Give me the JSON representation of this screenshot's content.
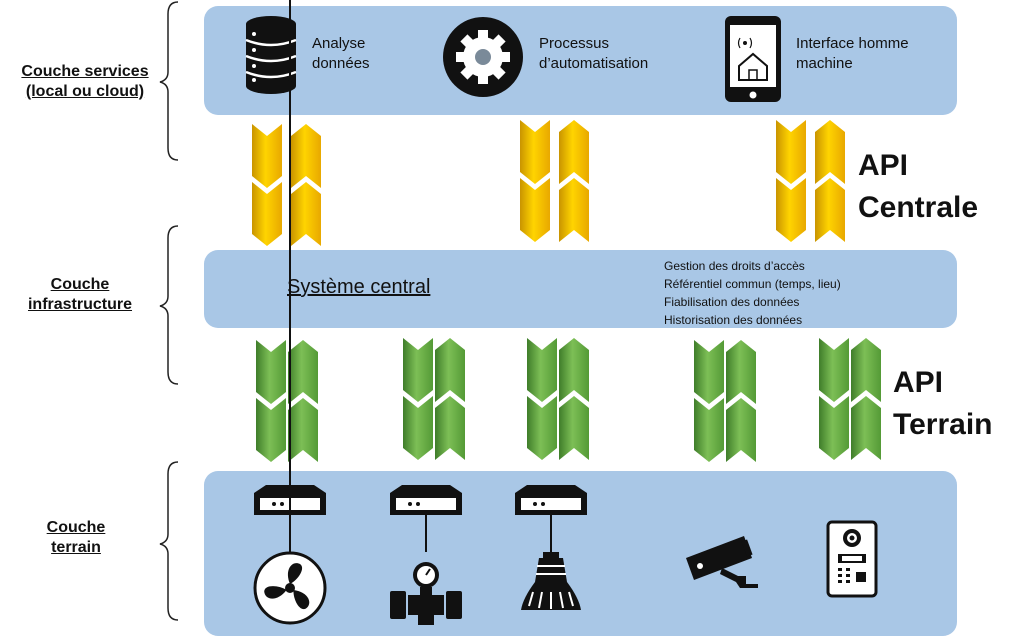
{
  "layers": {
    "services": {
      "line1": "Couche services",
      "line2": "(local ou cloud)"
    },
    "infrastructure": {
      "line1": "Couche",
      "line2": "infrastructure"
    },
    "terrain": {
      "line1": "Couche",
      "line2": "terrain"
    }
  },
  "services": [
    {
      "icon": "database-icon",
      "line1": "Analyse",
      "line2": "données"
    },
    {
      "icon": "gear-icon",
      "line1": "Processus",
      "line2": "d’automatisation"
    },
    {
      "icon": "smartphone-home-icon",
      "line1": "Interface homme",
      "line2": "machine"
    }
  ],
  "central": {
    "title": "Système central",
    "features": [
      "Gestion des droits d’accès",
      "Référentiel commun (temps, lieu)",
      "Fiabilisation des données",
      "Historisation des données"
    ]
  },
  "api": {
    "central": {
      "line1": "API",
      "line2": "Centrale"
    },
    "terrain": {
      "line1": "API",
      "line2": "Terrain"
    }
  },
  "devices": [
    "fan-icon",
    "valve-meter-icon",
    "ceiling-lamp-icon",
    "security-camera-icon",
    "intercom-icon"
  ],
  "colors": {
    "band": "#a9c7e6",
    "arrow_yellow": "#f2c200",
    "arrow_green": "#6aa84f"
  }
}
